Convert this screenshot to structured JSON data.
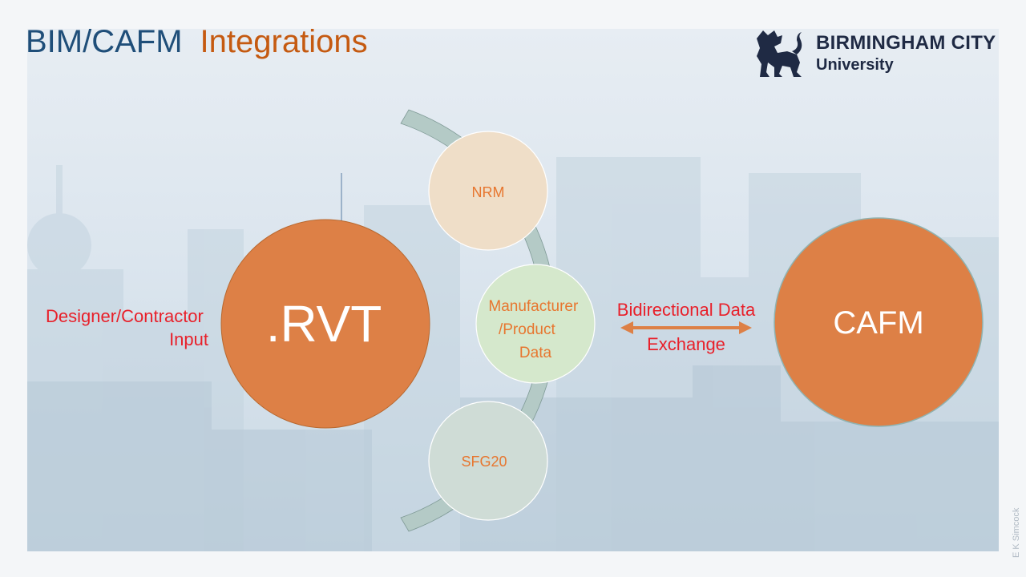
{
  "slide": {
    "title_part1": "BIM/CAFM",
    "title_part2": "Integrations",
    "logo_line1": "BIRMINGHAM CITY",
    "logo_line2": "University",
    "credit": "E K Simcock"
  },
  "diagram": {
    "rvt_label": ".RVT",
    "cafm_label": "CAFM",
    "nrm_label": "NRM",
    "manufacturer_label": [
      "Manufacturer",
      "/Product",
      "Data"
    ],
    "sfg_label": "SFG20",
    "input_label": [
      "Designer/Contractor",
      "Input"
    ],
    "exchange_label": [
      "Bidirectional Data",
      "Exchange"
    ]
  },
  "colors": {
    "title_dark": "#1f4e79",
    "title_accent": "#c55a11",
    "big_circle": "#dd8046",
    "nrm_fill": "#efdec8",
    "manufacturer_fill": "#d5e8cc",
    "sfg_fill": "#cfdcd6",
    "arc_fill": "#b4cac6",
    "label_red": "#e8202a",
    "small_label": "#e7762f",
    "arrow": "#dd8046"
  }
}
